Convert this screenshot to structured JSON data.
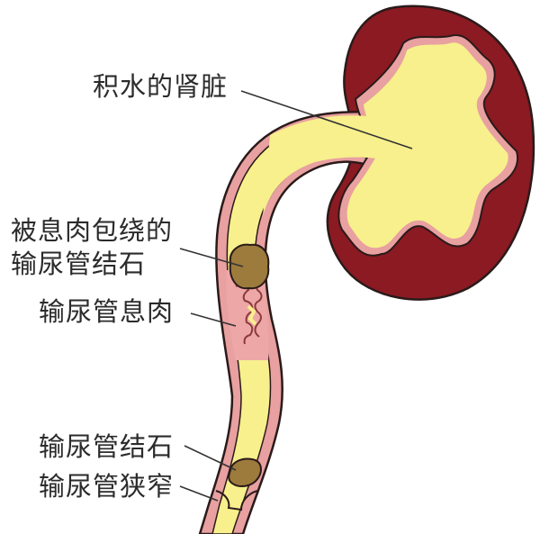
{
  "diagram": {
    "title": "",
    "labels": {
      "kidney": "积水的肾脏",
      "polyp_stone_line1": "被息肉包绕的",
      "polyp_stone_line2": "输尿管结石",
      "polyp": "输尿管息肉",
      "stone": "输尿管结石",
      "stricture": "输尿管狭窄"
    },
    "colors": {
      "kidney_tissue": "#8b1a22",
      "collecting_system": "#f7f08c",
      "wall": "#e8a0a0",
      "polyp": "#eea7a7",
      "stone": "#9c7b3c",
      "outline": "#2a1a1a",
      "leader_line": "#333333",
      "text": "#2b2b2b"
    }
  }
}
